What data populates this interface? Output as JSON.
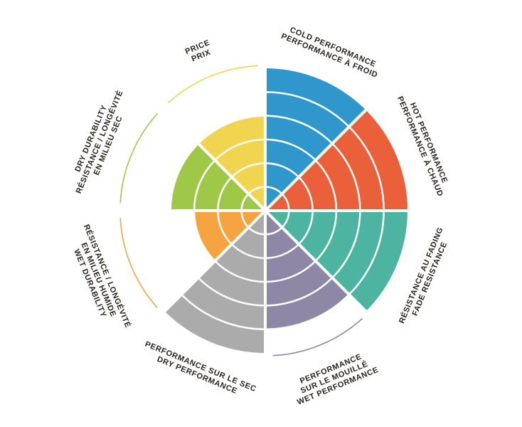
{
  "figure": {
    "background": "#ffffff",
    "text_color": "#29261f"
  },
  "chart_data": {
    "type": "polar-wheel",
    "title": "",
    "levels": 6,
    "grid": "concentric-rings",
    "legend_position": "none",
    "categories": [
      {
        "id": "cold-performance",
        "label_lines": [
          "COLD PERFORMANCE",
          "PERFORMANCE À FROID"
        ],
        "value": 6,
        "color": "#2f97cb"
      },
      {
        "id": "hot-performance",
        "label_lines": [
          "HOT PERFORMANCE",
          "PERFORMANCE À CHAUD"
        ],
        "value": 6,
        "color": "#e9603a"
      },
      {
        "id": "fade-resistance",
        "label_lines": [
          "RÉSISTANCE AU FADING",
          "FADE RESISTANCE"
        ],
        "value": 6,
        "color": "#4db4a2"
      },
      {
        "id": "wet-performance",
        "label_lines": [
          "PERFORMANCE",
          "SUR LE MOUILLÉ",
          "WET PERFORMANCE"
        ],
        "value": 5,
        "color": "#8e87a5"
      },
      {
        "id": "dry-performance",
        "label_lines": [
          "PERFORMANCE SUR LE SEC",
          "DRY PERFORMANCE"
        ],
        "value": 6,
        "color": "#ababab"
      },
      {
        "id": "wet-durability",
        "label_lines": [
          "RÉSISTANCE / LONGÉVITÉ",
          "EN MILIEU HUMIDE",
          "WET DURABILITY"
        ],
        "value": 3,
        "color": "#f6a442"
      },
      {
        "id": "dry-durability",
        "label_lines": [
          "DRY DURABILITY",
          "RÉSISTANCE / LONGÉVITÉ",
          "EN MILIEU SEC"
        ],
        "value": 4,
        "color": "#9fc848"
      },
      {
        "id": "price",
        "label_lines": [
          "PRICE",
          "PRIX"
        ],
        "value": 4,
        "color": "#f1d44f"
      }
    ]
  }
}
